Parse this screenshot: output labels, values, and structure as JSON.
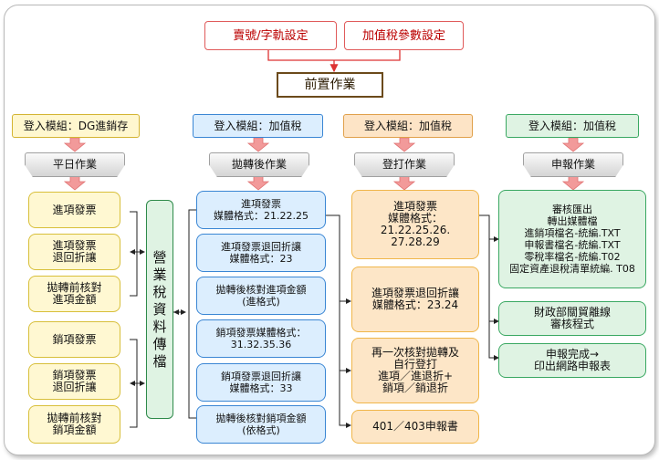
{
  "top": {
    "serial_setup": "賣號/字軌設定",
    "vat_params": "加值稅參數設定",
    "pre_work": "前置作業"
  },
  "columns": {
    "dg": {
      "header": "登入模組：DG進銷存",
      "sub": "平日作業",
      "items": [
        "進項發票",
        "進項發票\n退回折讓",
        "拋轉前核對\n進項金額",
        "銷項發票",
        "銷項發票\n退回折讓",
        "拋轉前核對\n銷項金額"
      ]
    },
    "center_label": "營\n業\n稅\n資\n料\n傳\n檔",
    "vat_post": {
      "header": "登入模組：加值稅",
      "sub": "拋轉後作業",
      "items": [
        "進項發票\n媒體格式：21.22.25",
        "進項發票退回折讓\n媒體格式：23",
        "拋轉後核對進項金額\n(進格式)",
        "銷項發票媒體格式：\n31.32.35.36",
        "銷項發票退回折讓\n媒體格式：33",
        "拋轉後核對銷項金額\n(依格式)"
      ]
    },
    "vat_fill": {
      "header": "登入模組：加值稅",
      "sub": "登打作業",
      "items": [
        "進項發票\n媒體格式：\n21.22.25.26.\n27.28.29",
        "進項發票退回折讓\n媒體格式：23.24",
        "再一次核對拋轉及\n自行登打\n進項／進退折+\n銷項／銷退折",
        "401／403申報書"
      ]
    },
    "vat_report": {
      "header": "登入模組：加值稅",
      "sub": "申報作業",
      "items": [
        "審核匯出\n轉出媒體檔\n進銷項檔名-統編.TXT\n申報書檔名-統編.TXT\n零稅率檔名-統編.T02\n固定資產退稅清單統編. T08",
        "財政部關貿離線\n審核程式",
        "申報完成→\n印出網路申報表"
      ]
    }
  },
  "colors": {
    "red": "#e05a5a",
    "brown": "#6b4a1a",
    "yellow": "#fff8d2",
    "blue": "#dceefe",
    "orange": "#fde6c7",
    "green": "#dff3e3",
    "arrow": "#f08080",
    "line": "#222222"
  }
}
